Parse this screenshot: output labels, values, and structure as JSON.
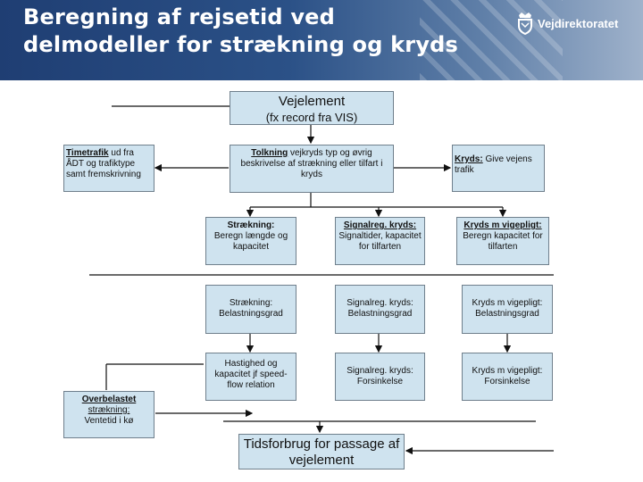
{
  "header": {
    "title_line1": "Beregning af rejsetid ved",
    "title_line2": "delmodeller for strækning og kryds",
    "logo_text": "Vejdirektoratet"
  },
  "diagram": {
    "vejelement": {
      "title": "Vejelement",
      "subtitle": "(fx record fra VIS)"
    },
    "timetrafik": {
      "label": "Timetrafik",
      "text": " ud fra ÅDT og trafiktype samt fremskrivning"
    },
    "tolkning": {
      "label": "Tolkning",
      " text": "",
      "text": " vejkryds typ og øvrig beskrivelse af strækning eller tilfart i kryds"
    },
    "kryds": {
      "label": "Kryds:",
      "text": " Give vejens trafik"
    },
    "strekning1": {
      "label": "Strækning:",
      "text": "Beregn længde og kapacitet"
    },
    "signal1": {
      "label": "Signalreg. kryds:",
      "text": "Signaltider, kapacitet for tilfarten"
    },
    "vigepligt1": {
      "label": "Kryds m vigepligt:",
      "text": "Beregn kapacitet for tilfarten"
    },
    "strekning2": {
      "text": "Strækning: Belastningsgrad"
    },
    "signal2": {
      "text": "Signalreg. kryds: Belastningsgrad"
    },
    "vigepligt2": {
      "text": "Kryds m vigepligt: Belastningsgrad"
    },
    "hastighed": {
      "text": "Hastighed og kapacitet jf speed-flow relation"
    },
    "signal3": {
      "text": "Signalreg. kryds: Forsinkelse"
    },
    "vigepligt3": {
      "text": "Kryds m vigepligt: Forsinkelse"
    },
    "overbelastet": {
      "label": "Overbelastet",
      "label2": "strækning:",
      "text": "Ventetid i kø"
    },
    "tidsforbrug": {
      "text": "Tidsforbrug for passage af vejelement"
    }
  },
  "colors": {
    "header": "#1f3e73",
    "box_fill": "#cfe3ef",
    "box_border": "#6f7f8c",
    "line": "#111111"
  }
}
